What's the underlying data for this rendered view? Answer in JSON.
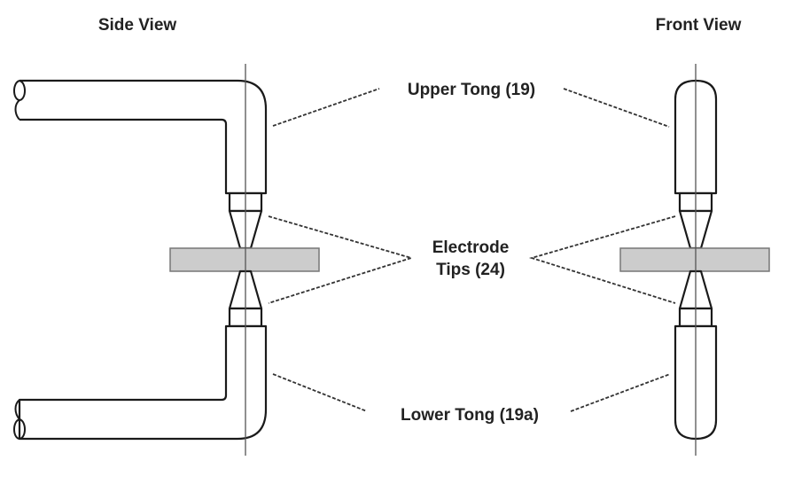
{
  "diagram": {
    "type": "technical illustration",
    "subject": "resistance spot welder tongs and electrode tips",
    "colors": {
      "line": "#1a1a1a",
      "workpiece_fill": "#cccccc",
      "background": "#ffffff"
    },
    "views": {
      "side": {
        "title": "Side View"
      },
      "front": {
        "title": "Front View"
      }
    },
    "callouts": {
      "upper_tong": "Upper Tong (19)",
      "electrode_tips_line1": "Electrode",
      "electrode_tips_line2": "Tips (24)",
      "lower_tong": "Lower Tong (19a)"
    }
  }
}
